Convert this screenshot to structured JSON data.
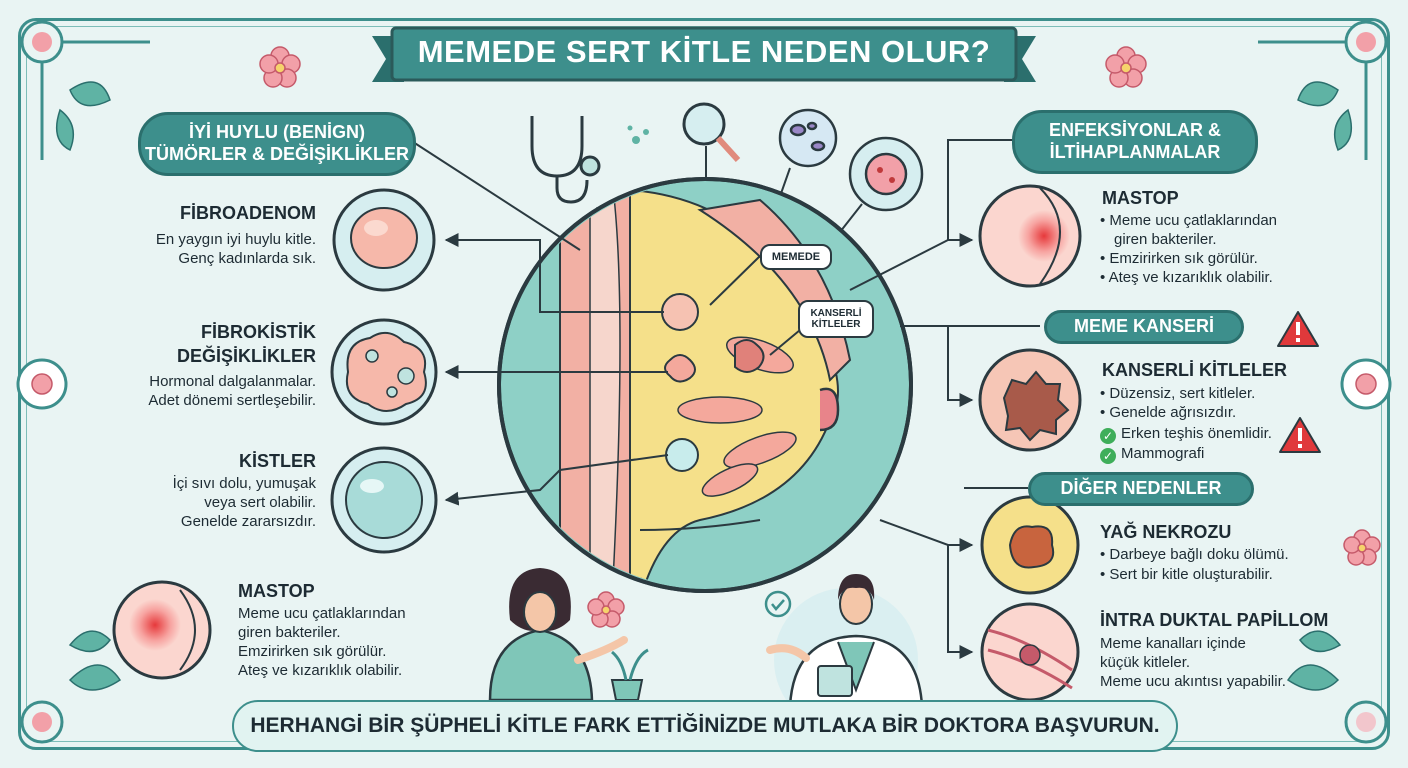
{
  "title": "MEMEDE SERT KİTLE NEDEN OLUR?",
  "left_section": {
    "header_line1": "İYİ HUYLU (BENİGN)",
    "header_line2": "TÜMÖRLER & DEĞİŞİKLİKLER",
    "items": [
      {
        "title": "FİBROADENOM",
        "lines": [
          "En yaygın iyi huylu kitle.",
          "Genç kadınlarda sık."
        ]
      },
      {
        "title_line1": "FİBROKİSTİK",
        "title_line2": "DEĞİŞİKLİKLER",
        "lines": [
          "Hormonal dalgalanmalar.",
          "Adet dönemi sertleşebilir."
        ]
      },
      {
        "title": "KİSTLER",
        "lines": [
          "İçi sıvı dolu, yumuşak",
          "veya sert olabilir.",
          "Genelde zararsızdır."
        ]
      },
      {
        "title": "MASTOP",
        "lines": [
          "Meme ucu çatlaklarından",
          "giren bakteriler.",
          "Emzirirken sık görülür.",
          "Ateş ve kızarıklık olabilir."
        ]
      }
    ]
  },
  "right_sections": {
    "infection": {
      "header_line1": "ENFEKSİYONLAR &",
      "header_line2": "İLTİHAPLANMALAR",
      "title": "MASTOP",
      "bullets": [
        "Meme ucu çatlaklarından",
        "giren bakteriler.",
        "Emzirirken sık görülür.",
        "Ateş ve kızarıklık olabilir."
      ]
    },
    "cancer": {
      "header": "MEME KANSERİ",
      "title": "KANSERLİ KİTLELER",
      "bullets": [
        "Düzensiz, sert kitleler.",
        "Genelde ağrısızdır."
      ],
      "checks": [
        "Erken teşhis önemlidir.",
        "Mammografi"
      ]
    },
    "other": {
      "header": "DİĞER NEDENLER",
      "fat_title": "YAĞ NEKROZU",
      "fat_bullets": [
        "Darbeye bağlı doku ölümü.",
        "Sert bir kitle oluşturabilir."
      ],
      "pap_title": "İNTRA DUKTAL PAPİLLOM",
      "pap_lines": [
        "Meme kanalları içinde",
        "küçük kitleler.",
        "Meme ucu akıntısı yapabilir."
      ]
    }
  },
  "diagram_labels": {
    "memede": "MEMEDE",
    "kanserli_line1": "KANSERLİ",
    "kanserli_line2": "KİTLELER"
  },
  "bottom_banner": "HERHANGİ BİR ŞÜPHELİ KİTLE FARK ETTİĞİNİZDE MUTLAKA BİR DOKTORA BAŞVURUN.",
  "colors": {
    "teal": "#3d8f8c",
    "dark_teal": "#2b6f6d",
    "background": "#e9f4f3",
    "warning": "#e0393b",
    "check": "#3fae5a"
  },
  "icons": [
    "stethoscope-icon",
    "magnifier-icon",
    "bacteria-icon",
    "virus-icon",
    "warning-icon",
    "check-icon",
    "flower-icon",
    "leaf-icon"
  ]
}
